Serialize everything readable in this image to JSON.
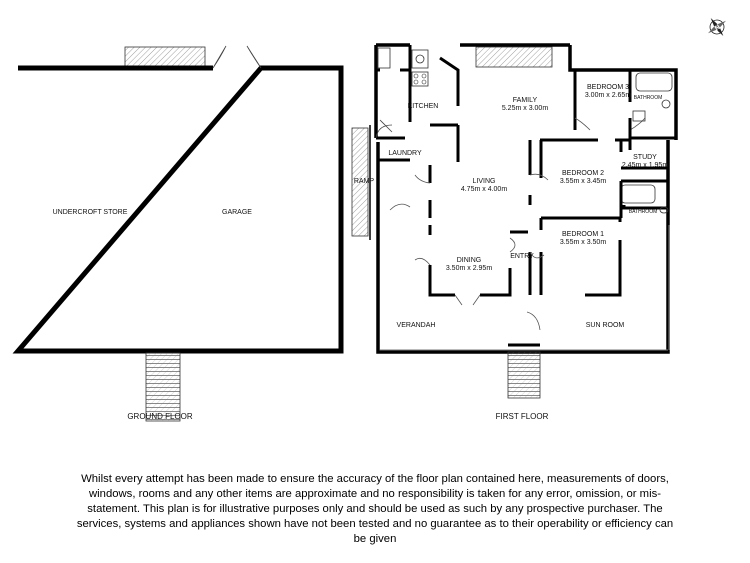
{
  "ground_floor": {
    "title": "GROUND FLOOR",
    "rooms": {
      "store": "UNDERCROFT STORE",
      "garage": "GARAGE"
    }
  },
  "first_floor": {
    "title": "FIRST FLOOR",
    "rooms": {
      "kitchen": "KITCHEN",
      "family": "FAMILY",
      "family_size": "5.25m x 3.00m",
      "bedroom3": "BEDROOM 3",
      "bedroom3_size": "3.00m x 2.65m",
      "bathroom_top": "BATHROOM",
      "laundry": "LAUNDRY",
      "living": "LIVING",
      "living_size": "4.75m x 4.00m",
      "bedroom2": "BEDROOM 2",
      "bedroom2_size": "3.55m x 3.45m",
      "study": "STUDY",
      "study_size": "2.45m x 1.95m",
      "bathroom": "BATHROOM",
      "ramp": "RAMP",
      "dining": "DINING",
      "dining_size": "3.50m x 2.95m",
      "entry": "ENTRY",
      "bedroom1": "BEDROOM 1",
      "bedroom1_size": "3.55m x 3.50m",
      "verandah": "VERANDAH",
      "sunroom": "SUN ROOM"
    }
  },
  "compass": {
    "icon": "compass-icon",
    "label": "N"
  },
  "disclaimer": "Whilst every attempt has been made to ensure the accuracy of the floor plan contained here, measurements of doors, windows, rooms and any other items are approximate and no responsibility is taken for any error, omission, or mis-statement. This plan is for illustrative purposes only and should be used as such by any prospective purchaser. The services, systems and appliances shown have not been tested and no guarantee as to their operability or efficiency can be given"
}
